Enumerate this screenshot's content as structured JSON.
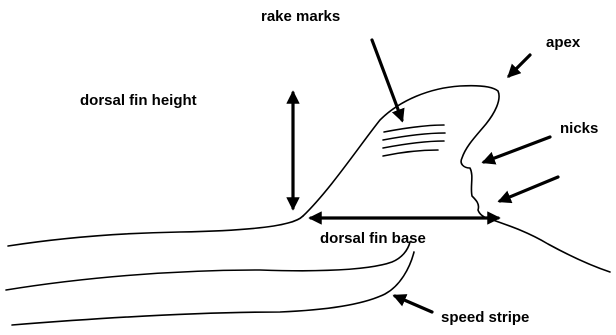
{
  "labels": {
    "rake_marks": "rake marks",
    "apex": "apex",
    "dorsal_fin_height": "dorsal fin height",
    "nicks": "nicks",
    "dorsal_fin_base": "dorsal fin base",
    "speed_stripe": "speed stripe"
  },
  "colors": {
    "ink": "#000000",
    "background": "#ffffff"
  }
}
